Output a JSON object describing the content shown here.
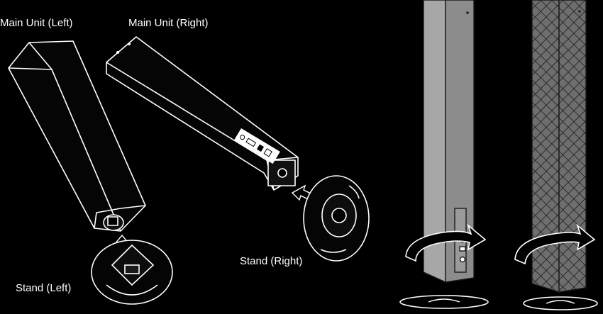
{
  "labels": {
    "main_left": "Main Unit (Left)",
    "main_right": "Main Unit (Right)",
    "stand_left": "Stand (Left)",
    "stand_right": "Stand (Right)"
  },
  "colors": {
    "background": "#000000",
    "outline": "#ffffff",
    "panel_grey": "#a7a7a7",
    "panel_dark": "#8c8c8c",
    "grille": "#6e6e6e"
  }
}
